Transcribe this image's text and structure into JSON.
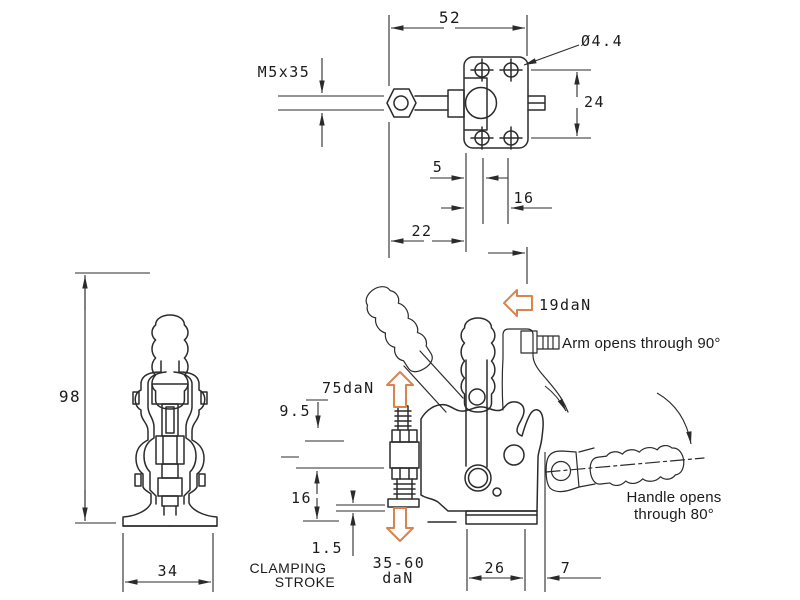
{
  "colors": {
    "line": "#2b2b2b",
    "force_arrow": "#d9834f",
    "background": "#ffffff"
  },
  "top_view": {
    "overall_width": "52",
    "hole_diameter": "Ø4.4",
    "thread_spec": "M5x35",
    "hole_spacing_vertical": "24",
    "offset_small": "5",
    "hole_spacing_horizontal": "16",
    "rod_offset": "22"
  },
  "front_view": {
    "overall_height": "98",
    "base_width": "34"
  },
  "side_view": {
    "spindle_protrusion": "9.5",
    "spindle_length": "16",
    "clamping_stroke": "1.5",
    "stroke_caption_line1": "CLAMPING",
    "stroke_caption_line2": "STROKE",
    "clamping_force_line1": "35-60",
    "clamping_force_line2": "daN",
    "base_depth": "26",
    "edge_distance": "7",
    "handle_force": "19daN",
    "release_force": "75daN",
    "arm_note": "Arm opens through 90°",
    "handle_note_line1": "Handle opens",
    "handle_note_line2": "through 80°"
  }
}
